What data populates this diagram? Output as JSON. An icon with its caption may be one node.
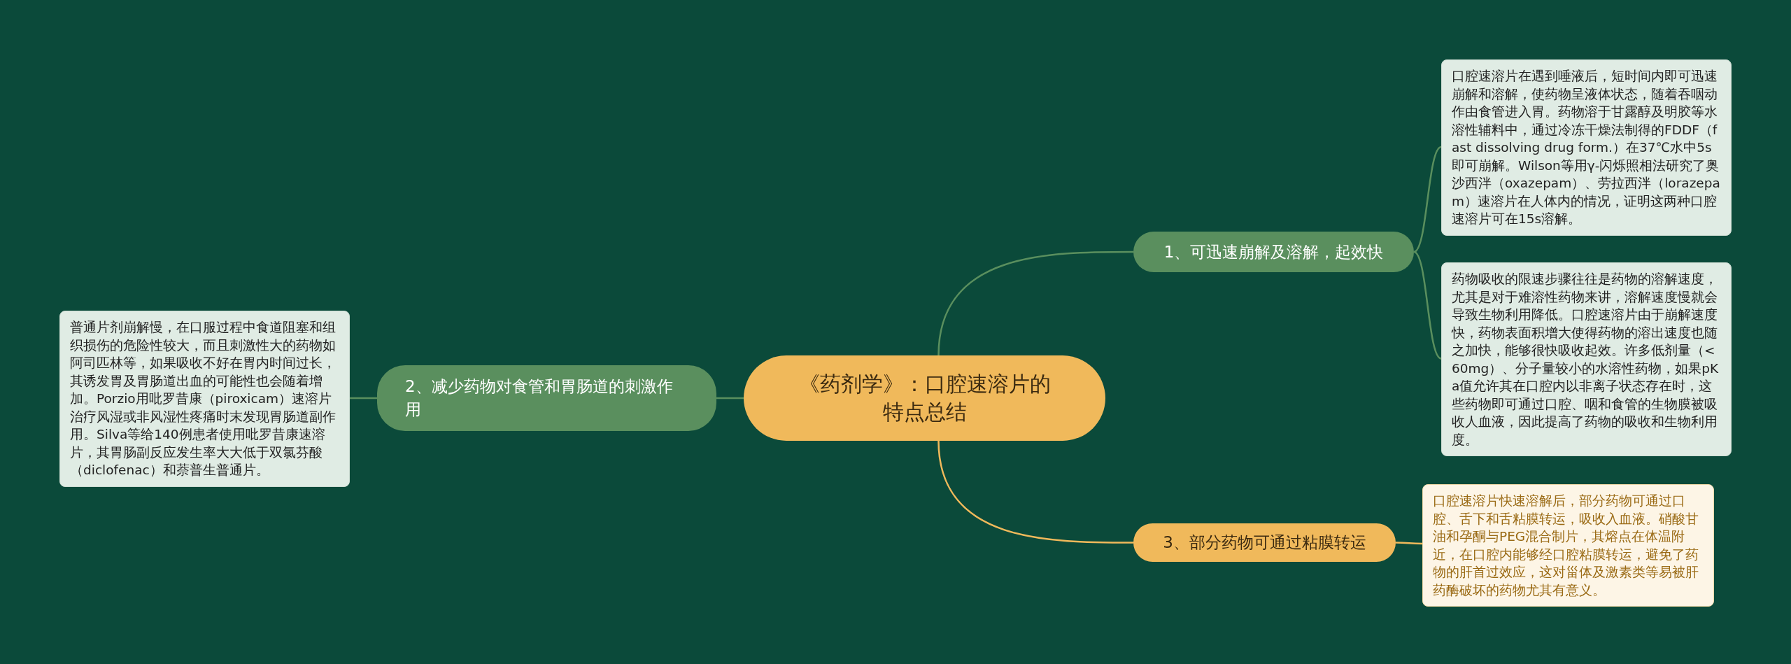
{
  "diagram": {
    "nodes": [
      {
        "text": [
          "《药剂学》：口腔速溶片的特点总结"
        ]
      },
      {
        "text": [
          "1、可迅速崩解及溶解，起效快"
        ]
      },
      {
        "text": [
          "口腔速溶片在遇到唾液后，短时间内即可迅速崩解和溶解，使药物呈液体状态，随着吞咽动作由食管进入胃。药物溶于甘露醇及明胶等水溶性辅料中，通过冷冻干燥法制得的FDDF（fast dissolving drug form.）在37℃水中5s即可崩解。Wilson等用γ-闪烁照相法研究了奥沙西泮（oxazepam）、劳拉西泮（lorazepam）速溶片在人体内的情况，证明这两种口腔速溶片可在15s溶解。"
        ]
      },
      {
        "text": [
          "药物吸收的限速步骤往往是药物的溶解速度，尤其是对于难溶性药物来讲，溶解速度慢就会导致生物利用降低。口腔速溶片由于崩解速度快，药物表面积增大使得药物的溶出速度也随之加快，能够很快吸收起效。许多低剂量（<60mg）、分子量较小的水溶性药物，如果pKa值允许其在口腔内以非离子状态存在时，这些药物即可通过口腔、咽和食管的生物膜被吸收人血液，因此提高了药物的吸收和生物利用度。"
        ]
      },
      {
        "text": [
          "2、减少药物对食管和胃肠道的刺激作用"
        ]
      },
      {
        "text": [
          "普通片剂崩解慢，在口服过程中食道阻塞和组织损伤的危险性较大，而且刺激性大的药物如阿司匹林等，如果吸收不好在胃内时间过长，其诱发胃及胃肠道出血的可能性也会随着增加。Porzio用吡罗昔康（piroxicam）速溶片治疗风湿或非风湿性疼痛时末发现胃肠道副作用。Silva等给140例患者使用吡罗昔康速溶片，其胃肠副反应发生率大大低于双氯芬酸（diclofenac）和萘普生普通片。"
        ]
      },
      {
        "text": [
          "3、部分药物可通过粘膜转运"
        ]
      },
      {
        "text": [
          "口腔速溶片快速溶解后，部分药物可通过口腔、舌下和舌粘膜转运，吸收入血液。硝酸甘油和孕酮与PEG混合制片，其熔点在体温附近，在口腔内能够经口腔粘膜转运，避免了药物的肝首过效应，这对甾体及激素类等易被肝药酶破坏的药物尤其有意义。"
        ]
      }
    ],
    "edges": [
      {
        "from": 0,
        "to": 1,
        "arrow": "none"
      },
      {
        "from": 1,
        "to": 2,
        "arrow": "none"
      },
      {
        "from": 1,
        "to": 3,
        "arrow": "none"
      },
      {
        "from": 0,
        "to": 4,
        "arrow": "none"
      },
      {
        "from": 4,
        "to": 5,
        "arrow": "none"
      },
      {
        "from": 0,
        "to": 6,
        "arrow": "none",
        "color": "#f0b95b"
      },
      {
        "from": 6,
        "to": 7,
        "arrow": "none",
        "color": "#f0b95b"
      }
    ]
  }
}
